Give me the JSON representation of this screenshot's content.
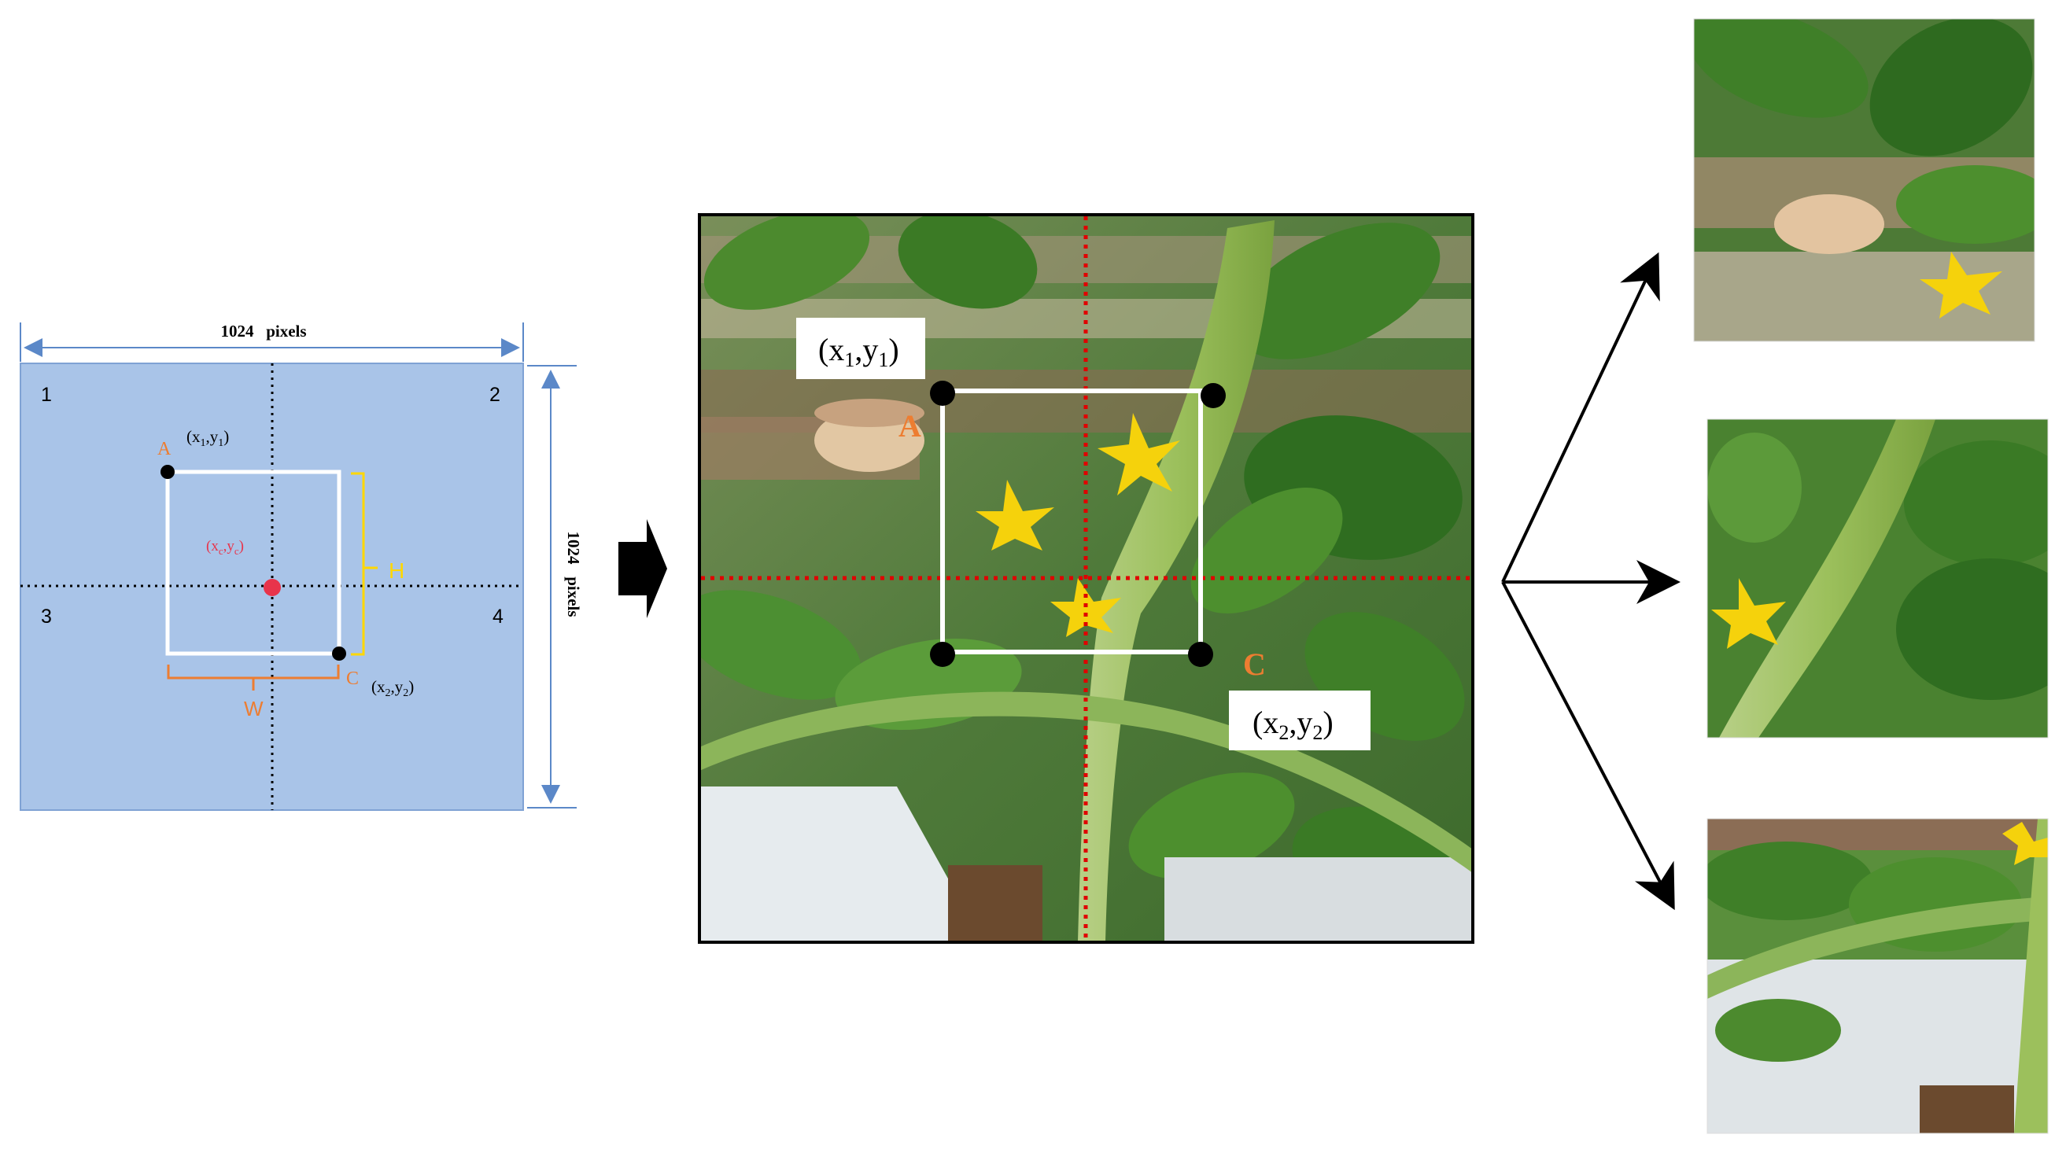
{
  "grid_diagram": {
    "width_label": "1024   pixels",
    "height_label": "1024   pixels",
    "quadrants": [
      "1",
      "2",
      "3",
      "4"
    ],
    "point_a": "A",
    "point_c": "C",
    "a_coord": {
      "base": "(x",
      "s1": "1",
      "mid": ",y",
      "s2": "1",
      "end": ")"
    },
    "c_coord": {
      "base": "(x",
      "s1": "2",
      "mid": ",y",
      "s2": "2",
      "end": ")"
    },
    "center_coord": {
      "base": "(x",
      "s1": "c",
      "mid": ",y",
      "s2": "c",
      "end": ")"
    },
    "h_label": "H",
    "w_label": "W"
  },
  "photo_panel": {
    "point_a": "A",
    "point_c": "C",
    "a_coord": {
      "base": "(x",
      "s1": "1",
      "mid": ",y",
      "s2": "1",
      "end": ")"
    },
    "c_coord": {
      "base": "(x",
      "s1": "2",
      "mid": ",y",
      "s2": "2",
      "end": ")"
    }
  },
  "colors": {
    "grid_fill": "#a9c4e8",
    "grid_border": "#5b88c8",
    "accent_orange": "#ed7d31",
    "accent_yellow": "#ffd700",
    "center_red": "#e8344b",
    "crosshair_red": "#e00000"
  },
  "icons": [
    "arrow-right-icon",
    "arrow-upper-icon",
    "arrow-middle-icon",
    "arrow-lower-icon"
  ]
}
